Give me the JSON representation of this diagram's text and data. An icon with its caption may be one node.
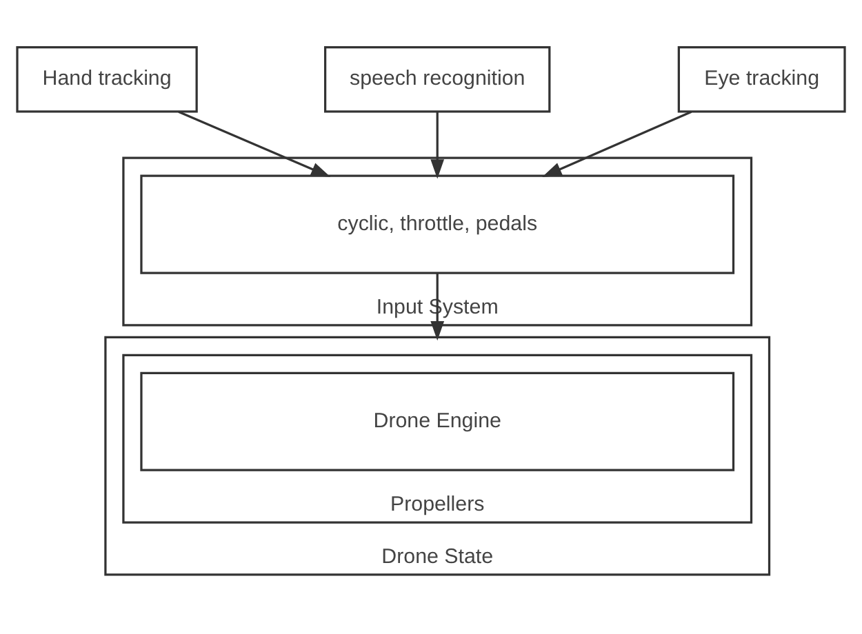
{
  "diagram": {
    "nodes": [
      {
        "text": [
          "Hand tracking"
        ]
      },
      {
        "text": [
          "speech recognition"
        ]
      },
      {
        "text": [
          "Eye tracking"
        ]
      },
      {
        "text": [
          "Input System"
        ]
      },
      {
        "text": [
          "cyclic, throttle, pedals"
        ],
        "in": 3
      },
      {
        "text": [
          "Drone State"
        ]
      },
      {
        "text": [
          "Propellers"
        ],
        "in": 5
      },
      {
        "text": [
          "Drone Engine"
        ],
        "in": 6
      }
    ],
    "edges": [
      {
        "from": 0,
        "to": 4,
        "arrow": "to"
      },
      {
        "from": 1,
        "to": 4,
        "arrow": "to"
      },
      {
        "from": 2,
        "to": 4,
        "arrow": "to"
      },
      {
        "from": 4,
        "to": 5,
        "arrow": "to"
      }
    ]
  }
}
